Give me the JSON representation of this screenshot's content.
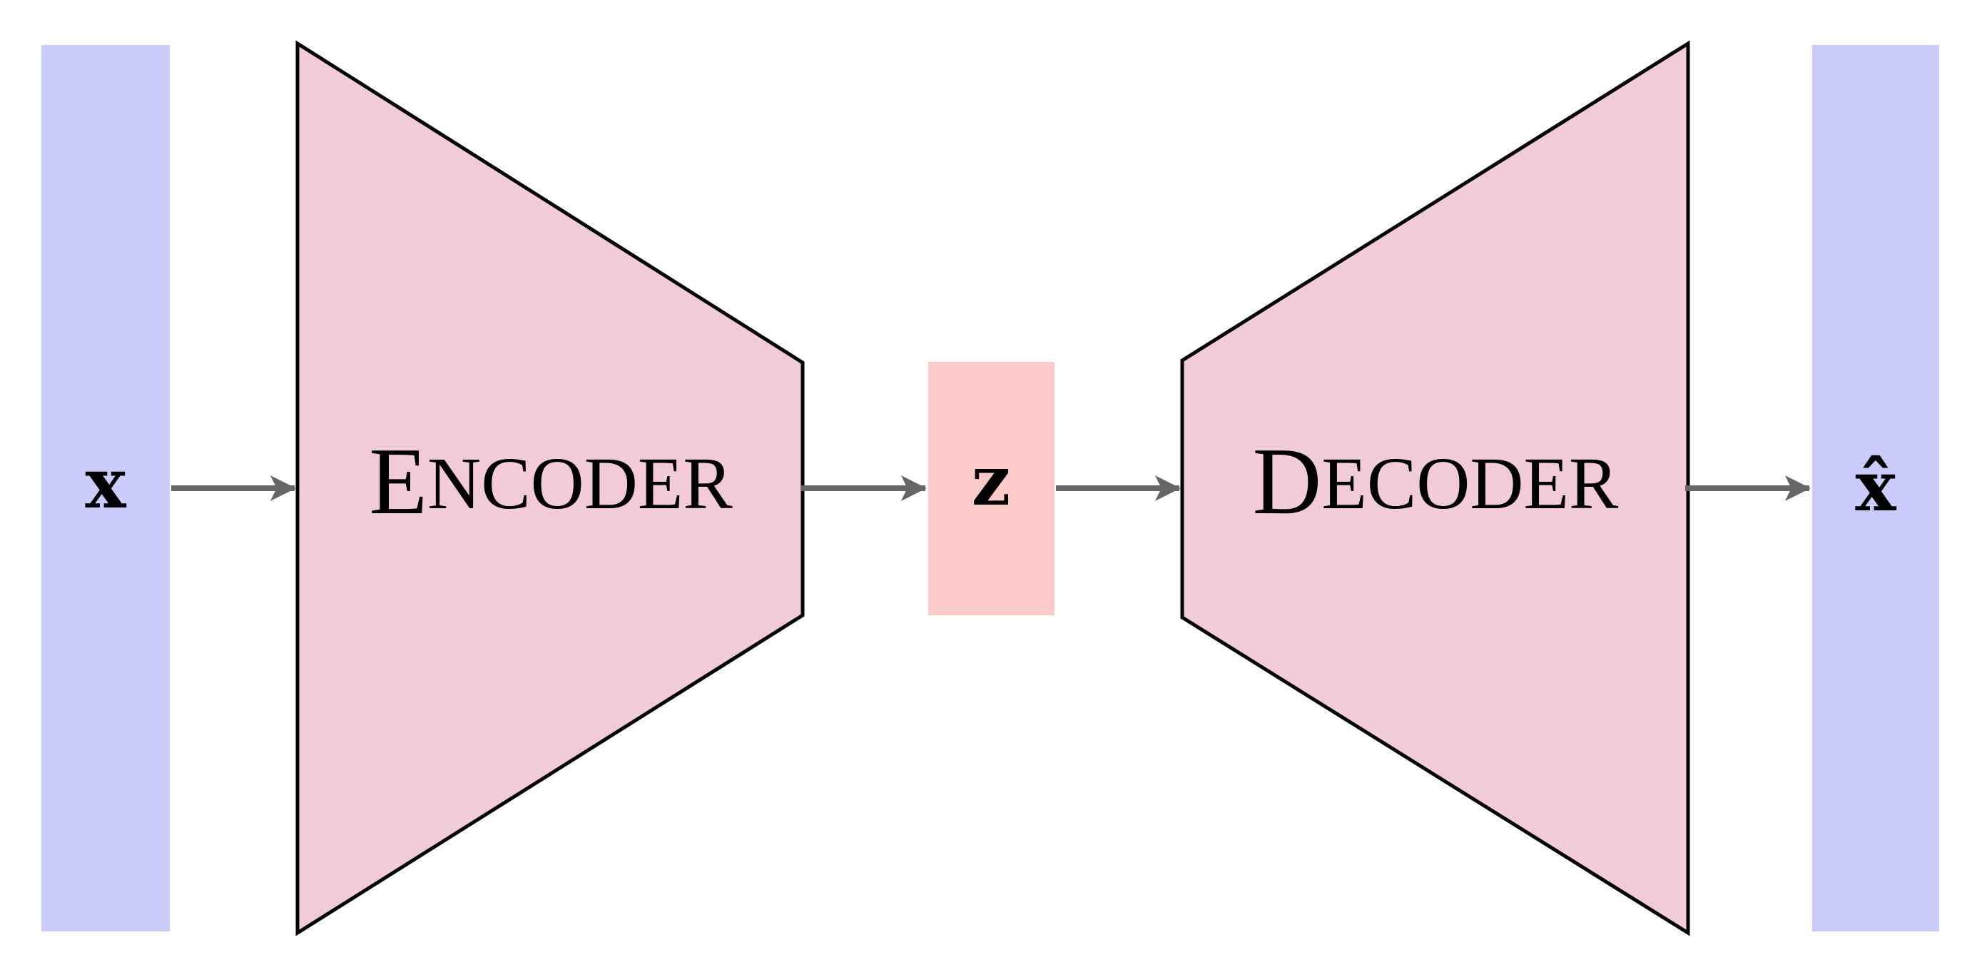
{
  "input": {
    "label": "x"
  },
  "encoder": {
    "initial": "E",
    "rest": "NCODER"
  },
  "latent": {
    "label": "z"
  },
  "decoder": {
    "initial": "D",
    "rest": "ECODER"
  },
  "output": {
    "label": "x̂"
  },
  "colors": {
    "data_box": "#ccccfc",
    "network": "#f1cbd8",
    "latent_box": "#fdcaca",
    "arrow": "#666666",
    "outline": "#000000"
  }
}
